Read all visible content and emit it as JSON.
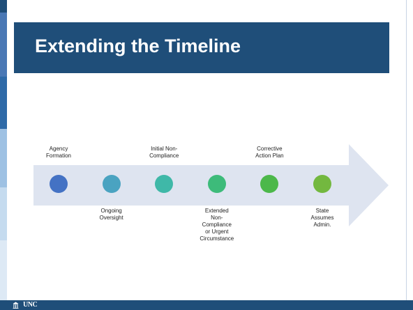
{
  "slide": {
    "title": "Extending the Timeline"
  },
  "colors": {
    "title_bar": "#1f4e79",
    "arrow": "#dee4f0",
    "footer": "#1f4e79"
  },
  "timeline": {
    "steps": [
      {
        "label_lines": [
          "Agency",
          "Formation"
        ],
        "position": "above",
        "color": "#4472c4"
      },
      {
        "label_lines": [
          "Ongoing",
          "Oversight"
        ],
        "position": "below",
        "color": "#4aa3c1"
      },
      {
        "label_lines": [
          "Initial Non-",
          "Compliance"
        ],
        "position": "above",
        "color": "#3fb8a8"
      },
      {
        "label_lines": [
          "Extended",
          "Non-",
          "Compliance",
          "or Urgent",
          "Circumstance"
        ],
        "position": "below",
        "color": "#3dbb7a"
      },
      {
        "label_lines": [
          "Corrective",
          "Action Plan"
        ],
        "position": "above",
        "color": "#4cb84a"
      },
      {
        "label_lines": [
          "State",
          "Assumes",
          "Admin."
        ],
        "position": "below",
        "color": "#73b83f"
      }
    ]
  },
  "footer": {
    "logo_text": "UNC",
    "logo_icon": "old-well-icon"
  }
}
